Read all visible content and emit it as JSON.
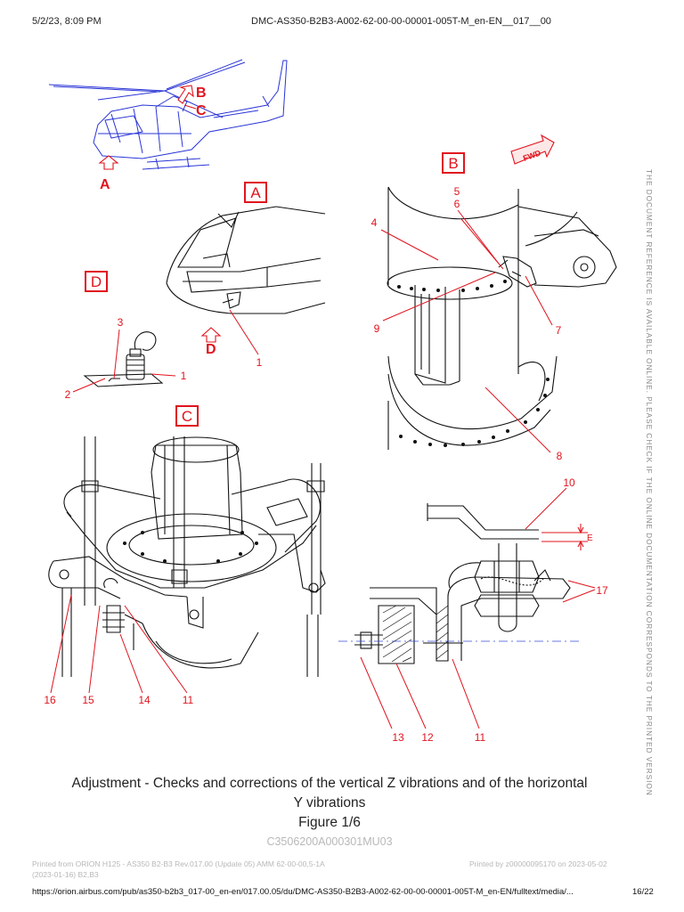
{
  "header": {
    "date": "5/2/23, 8:09 PM",
    "doc_id": "DMC-AS350-B2B3-A002-62-00-00-00001-005T-M_en-EN__017__00"
  },
  "side_note": "THE DOCUMENT REFERENCE IS AVAILABLE ONLINE. PLEASE CHECK IF THE ONLINE DOCUMENTATION CORRESPONDS TO THE PRINTED VERSION",
  "figure": {
    "detail_labels": [
      "A",
      "B",
      "C",
      "D"
    ],
    "view_labels": [
      "A",
      "B",
      "C",
      "D"
    ],
    "fwd_label": "FWD",
    "dimension_label": "E",
    "callouts": [
      "1",
      "1",
      "2",
      "3",
      "4",
      "5",
      "6",
      "7",
      "8",
      "9",
      "10",
      "11",
      "11",
      "12",
      "13",
      "14",
      "15",
      "16",
      "17"
    ],
    "colors": {
      "callout": "#e0141e",
      "helicopter": "#2a35d6",
      "drawing": "#111111"
    }
  },
  "caption": {
    "line1": "Adjustment - Checks and corrections of the vertical Z vibrations and of the horizontal",
    "line2": "Y vibrations",
    "figure_number": "Figure 1/6",
    "code": "C3506200A000301MU03"
  },
  "footer": {
    "printed_from": "Printed from ORION H125 - AS350 B2-B3 Rev.017.00 (Update 05) AMM 62-00-00,5-1A",
    "date_line": "(2023-01-16) B2,B3",
    "printed_by": "Printed by z00000095170 on 2023-05-02",
    "url": "https://orion.airbus.com/pub/as350-b2b3_017-00_en-en/017.00.05/du/DMC-AS350-B2B3-A002-62-00-00-00001-005T-M_en-EN/fulltext/media/...",
    "page": "16/22"
  }
}
